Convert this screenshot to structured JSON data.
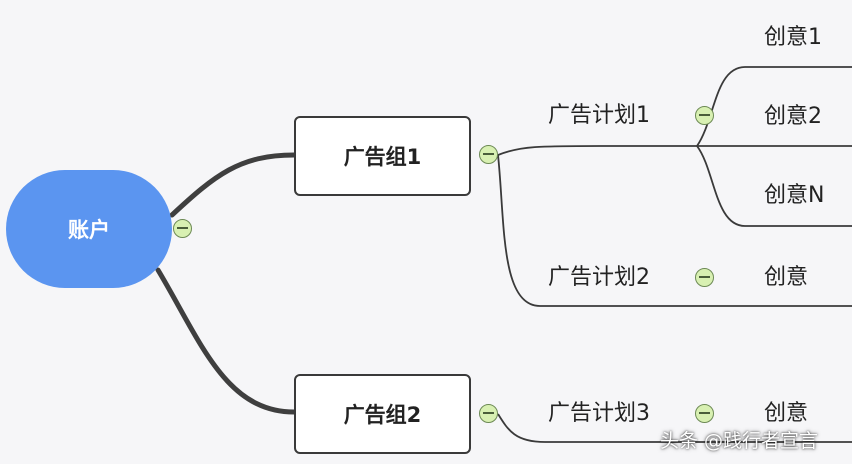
{
  "root": {
    "label": "账户",
    "color": "#5b95f0"
  },
  "groups": [
    {
      "label": "广告组1",
      "plans": [
        {
          "label": "广告计划1",
          "creatives": [
            "创意1",
            "创意2",
            "创意N"
          ]
        },
        {
          "label": "广告计划2",
          "creatives": [
            "创意"
          ]
        }
      ]
    },
    {
      "label": "广告组2",
      "plans": [
        {
          "label": "广告计划3",
          "creatives": [
            "创意"
          ]
        }
      ]
    }
  ],
  "watermark": "头条 @践行者宣言",
  "colors": {
    "trunk_line": "#3f3f3f",
    "branch_line": "#3a3a3a",
    "toggle_fill": "#d8f0b2",
    "toggle_border": "#6d8a55"
  }
}
